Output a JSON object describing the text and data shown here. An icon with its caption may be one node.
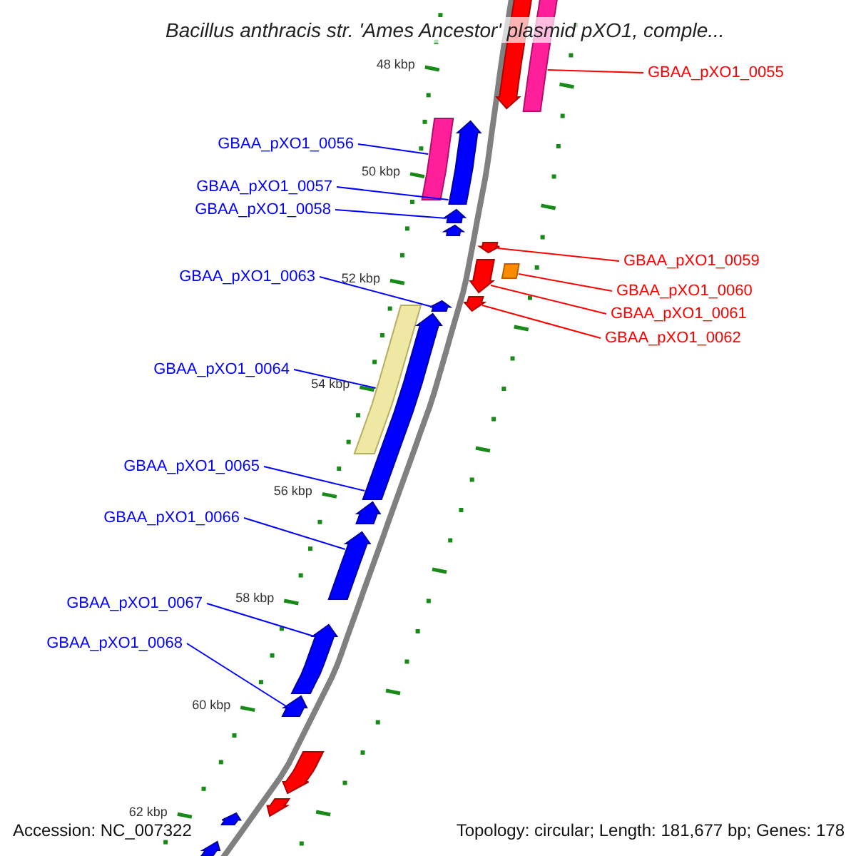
{
  "diagram": {
    "title": "Bacillus anthracis str. 'Ames Ancestor' plasmid pXO1, comple...",
    "nodes": [
      {
        "text": [
          "GBAA_pXO1_0055"
        ]
      },
      {
        "text": [],
        "shape": "bar"
      },
      {
        "text": [
          "GBAA_pXO1_0056"
        ]
      },
      {
        "text": [],
        "shape": "bar"
      },
      {
        "text": [
          "GBAA_pXO1_0057"
        ]
      },
      {
        "text": [],
        "shape": "arrow"
      },
      {
        "text": [
          "GBAA_pXO1_0058"
        ]
      },
      {
        "text": [],
        "shape": "arrow"
      },
      {
        "text": [
          "GBAA_pXO1_0059"
        ]
      },
      {
        "text": [],
        "shape": "arrow"
      },
      {
        "text": [
          "GBAA_pXO1_0060"
        ]
      },
      {
        "text": [],
        "shape": "bar"
      },
      {
        "text": [
          "GBAA_pXO1_0061"
        ]
      },
      {
        "text": [],
        "shape": "arrow"
      },
      {
        "text": [
          "GBAA_pXO1_0062"
        ]
      },
      {
        "text": [],
        "shape": "arrow"
      },
      {
        "text": [
          "GBAA_pXO1_0063"
        ]
      },
      {
        "text": [],
        "shape": "arrow"
      },
      {
        "text": [
          "GBAA_pXO1_0064"
        ]
      },
      {
        "text": [],
        "shape": "bar"
      },
      {
        "text": [
          "GBAA_pXO1_0065"
        ]
      },
      {
        "text": [],
        "shape": "arrow"
      },
      {
        "text": [
          "GBAA_pXO1_0066"
        ]
      },
      {
        "text": [],
        "shape": "arrow"
      },
      {
        "text": [
          "GBAA_pXO1_0067"
        ]
      },
      {
        "text": [],
        "shape": "arrow"
      },
      {
        "text": [
          "GBAA_pXO1_0068"
        ]
      },
      {
        "text": [],
        "shape": "arrow"
      },
      {
        "text": [],
        "shape": "arrow"
      },
      {
        "text": [],
        "shape": "arrow"
      },
      {
        "text": [],
        "shape": "arrow"
      },
      {
        "text": [],
        "shape": "arrow"
      },
      {
        "text": [],
        "shape": "arrow"
      },
      {
        "text": [],
        "shape": "arrow"
      },
      {
        "text": [],
        "shape": "arrow"
      }
    ],
    "edges": [
      {
        "from": 0,
        "to": 1,
        "arrow": "none",
        "color": "#ff0000"
      },
      {
        "from": 2,
        "to": 3,
        "arrow": "none"
      },
      {
        "from": 4,
        "to": 5,
        "arrow": "none"
      },
      {
        "from": 6,
        "to": 7,
        "arrow": "none"
      },
      {
        "from": 8,
        "to": 9,
        "arrow": "none",
        "color": "#ff0000"
      },
      {
        "from": 10,
        "to": 11,
        "arrow": "none",
        "color": "#ff0000"
      },
      {
        "from": 12,
        "to": 13,
        "arrow": "none",
        "color": "#ff0000"
      },
      {
        "from": 14,
        "to": 15,
        "arrow": "none",
        "color": "#ff0000"
      },
      {
        "from": 16,
        "to": 17,
        "arrow": "none"
      },
      {
        "from": 18,
        "to": 19,
        "arrow": "none"
      },
      {
        "from": 20,
        "to": 21,
        "arrow": "none"
      },
      {
        "from": 22,
        "to": 23,
        "arrow": "none"
      },
      {
        "from": 24,
        "to": 25,
        "arrow": "none"
      },
      {
        "from": 26,
        "to": 27,
        "arrow": "none"
      }
    ],
    "labels": [
      "48 kbp",
      "50 kbp",
      "52 kbp",
      "54 kbp",
      "56 kbp",
      "58 kbp",
      "60 kbp",
      "62 kbp",
      "Accession: NC_007322",
      "Topology: circular; Length: 181,677 bp; Genes: 178"
    ]
  }
}
